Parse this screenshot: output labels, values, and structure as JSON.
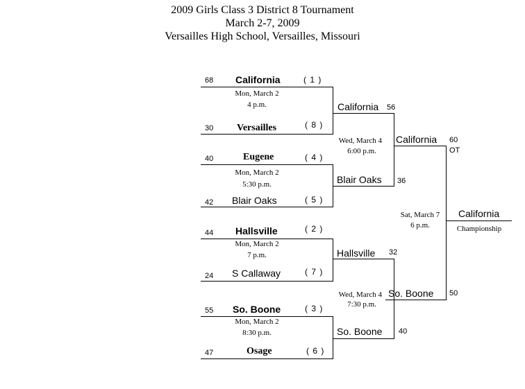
{
  "header": {
    "line1": "2009 Girls Class 3 District 8 Tournament",
    "line2": "March 2-7, 2009",
    "line3": "Versailles High School, Versailles, Missouri"
  },
  "first_round": [
    {
      "top": {
        "team": "California",
        "seed": "( 1 )",
        "score": "68"
      },
      "bottom": {
        "team": "Versailles",
        "seed": "( 8 )",
        "score": "30"
      },
      "date": "Mon, March 2",
      "time": "4 p.m."
    },
    {
      "top": {
        "team": "Eugene",
        "seed": "( 4 )",
        "score": "40"
      },
      "bottom": {
        "team": "Blair Oaks",
        "seed": "( 5 )",
        "score": "42"
      },
      "date": "Mon, March 2",
      "time": "5:30 p.m."
    },
    {
      "top": {
        "team": "Hallsville",
        "seed": "( 2 )",
        "score": "44"
      },
      "bottom": {
        "team": "S Callaway",
        "seed": "( 7 )",
        "score": "24"
      },
      "date": "Mon, March 2",
      "time": "7 p.m."
    },
    {
      "top": {
        "team": "So. Boone",
        "seed": "( 3 )",
        "score": "55"
      },
      "bottom": {
        "team": "Osage",
        "seed": "( 6 )",
        "score": "47"
      },
      "date": "Mon, March 2",
      "time": "8:30 p.m."
    }
  ],
  "semifinals": [
    {
      "top": {
        "team": "California",
        "score": "56"
      },
      "bottom": {
        "team": "Blair Oaks",
        "score": "36"
      },
      "date": "Wed, March 4",
      "time": "6:00 p.m."
    },
    {
      "top": {
        "team": "Hallsville",
        "score": "32"
      },
      "bottom": {
        "team": "So. Boone",
        "score": "40"
      },
      "date": "Wed, March 4",
      "time": "7:30 p.m."
    }
  ],
  "final": {
    "top": {
      "team": "California",
      "score": "60",
      "note": "OT"
    },
    "bottom": {
      "team": "So. Boone",
      "score": "50"
    },
    "date": "Sat, March 7",
    "time": "6 p.m."
  },
  "champion": {
    "team": "California",
    "label": "Championship"
  }
}
